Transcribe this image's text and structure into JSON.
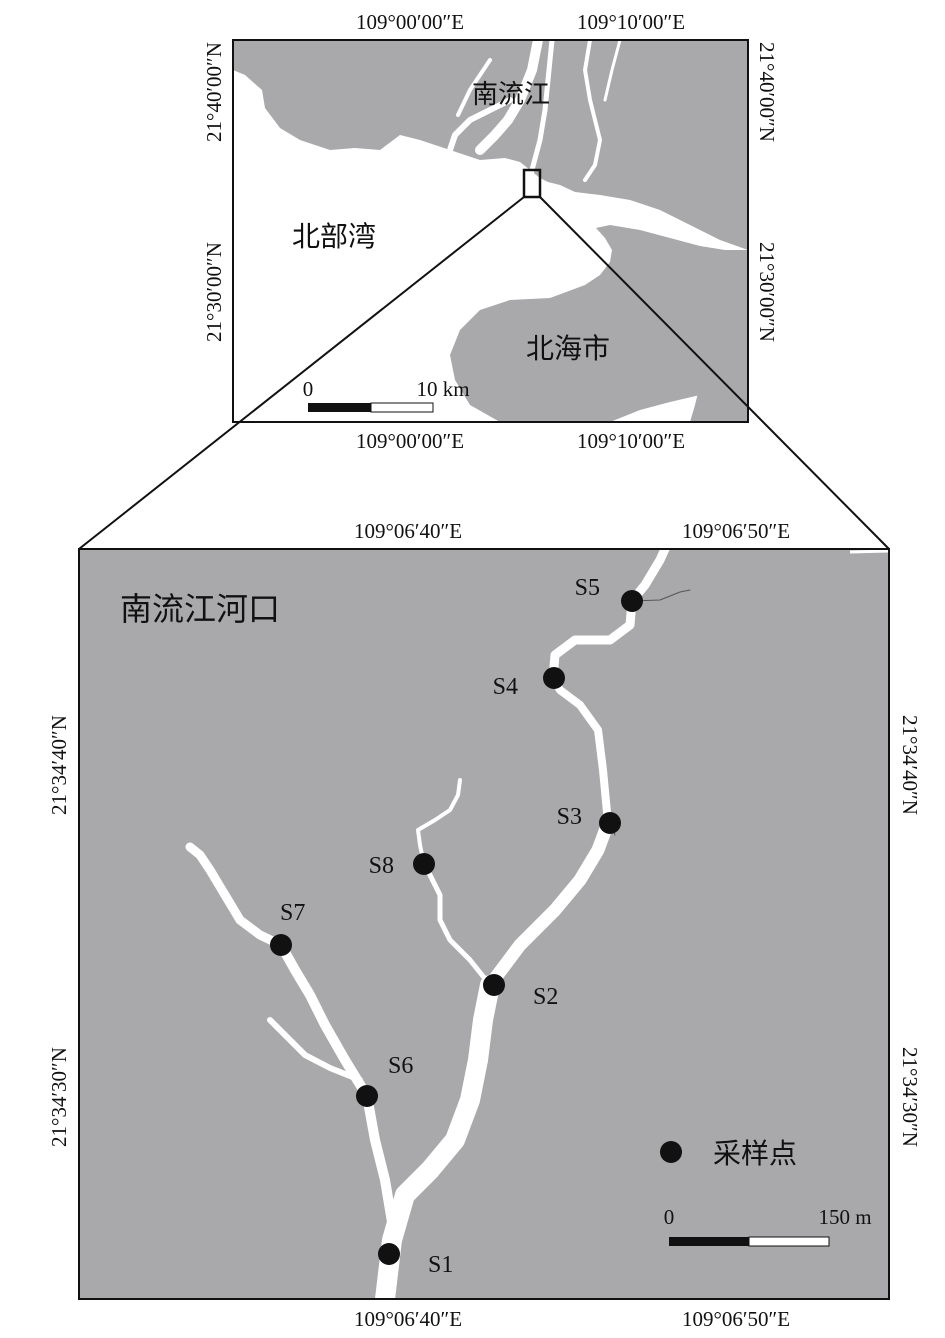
{
  "colors": {
    "land": "#a9a9ab",
    "water": "#ffffff",
    "frame": "#111111",
    "point": "#111111"
  },
  "overview_map": {
    "top_longitudes": [
      "109°00′00″E",
      "109°10′00″E"
    ],
    "bottom_longitudes": [
      "109°00′00″E",
      "109°10′00″E"
    ],
    "left_latitudes": [
      "21°40′00″N",
      "21°30′00″N"
    ],
    "right_latitudes": [
      "21°40′00″N",
      "21°30′00″N"
    ],
    "labels": {
      "river": "南流江",
      "gulf": "北部湾",
      "city": "北海市"
    },
    "scalebar": {
      "start": "0",
      "end": "10 km"
    }
  },
  "detail_map": {
    "title": "南流江河口",
    "top_longitudes": [
      "109°06′40″E",
      "109°06′50″E"
    ],
    "bottom_longitudes": [
      "109°06′40″E",
      "109°06′50″E"
    ],
    "left_latitudes": [
      "21°34′40″N",
      "21°34′30″N"
    ],
    "right_latitudes": [
      "21°34′40″N",
      "21°34′30″N"
    ],
    "sites": [
      {
        "id": "S1"
      },
      {
        "id": "S2"
      },
      {
        "id": "S3"
      },
      {
        "id": "S4"
      },
      {
        "id": "S5"
      },
      {
        "id": "S6"
      },
      {
        "id": "S7"
      },
      {
        "id": "S8"
      }
    ],
    "legend": {
      "symbol_label": "采样点"
    },
    "scalebar": {
      "start": "0",
      "end": "150 m"
    }
  }
}
